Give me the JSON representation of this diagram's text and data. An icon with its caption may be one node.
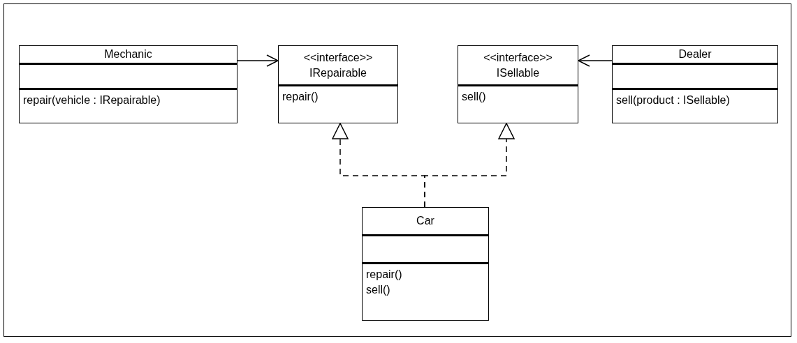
{
  "diagram": {
    "nodes": [
      {
        "text": [
          "Mechanic",
          "repair(vehicle : IRepairable)"
        ]
      },
      {
        "text": [
          "<<interface>>",
          "IRepairable",
          "repair()"
        ]
      },
      {
        "text": [
          "<<interface>>",
          "ISellable",
          "sell()"
        ]
      },
      {
        "text": [
          "Dealer",
          "sell(product : ISellable)"
        ]
      },
      {
        "text": [
          "Car",
          "repair()",
          "sell()"
        ]
      }
    ],
    "edges": [
      {
        "from": 0,
        "to": 1,
        "arrow": "to"
      },
      {
        "from": 3,
        "to": 2,
        "arrow": "to"
      },
      {
        "from": 4,
        "to": 1,
        "arrow": "to",
        "style": "dashed"
      },
      {
        "from": 4,
        "to": 2,
        "arrow": "to",
        "style": "dashed"
      }
    ]
  }
}
